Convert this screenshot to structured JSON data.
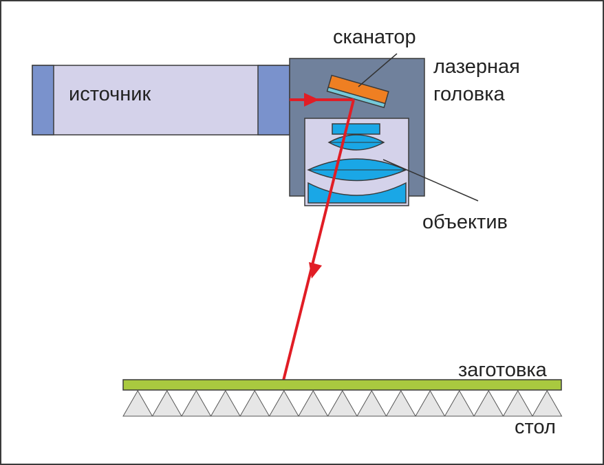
{
  "labels": {
    "source": "источник",
    "scanner": "сканатор",
    "laser_head_line1": "лазерная",
    "laser_head_line2": "головка",
    "objective": "объектив",
    "workpiece": "заготовка",
    "table": "стол"
  },
  "colors": {
    "source_body": "#d4d2ea",
    "source_caps": "#7a92cc",
    "head_housing": "#70819c",
    "objective_housing": "#d4d2ea",
    "lens": "#1aa7e6",
    "scanner_mirror": "#ef7f22",
    "scanner_base": "#76c9d8",
    "laser_beam": "#e11d25",
    "workpiece": "#a9c93f",
    "table": "#e6e6e6",
    "outline": "#3a3a3a"
  }
}
